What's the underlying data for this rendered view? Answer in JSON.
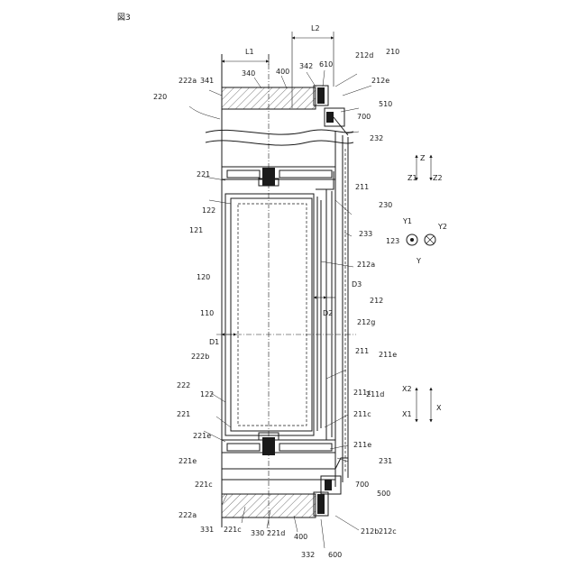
{
  "figure": {
    "title": "図3"
  },
  "labels": {
    "l1": "L1",
    "l2": "L2",
    "n220": "220",
    "n222a_top": "222a",
    "n341": "341",
    "n340": "340",
    "n400_top": "400",
    "n342": "342",
    "n610": "610",
    "n212d": "212d",
    "n210": "210",
    "n212e": "212e",
    "n510": "510",
    "n700_top": "700",
    "n232": "232",
    "n221_top": "221",
    "n211_top": "211",
    "n230": "230",
    "n122_top": "122",
    "n233": "233",
    "n121": "121",
    "n123": "123",
    "n212a": "212a",
    "n120": "120",
    "d3": "D3",
    "d2": "D2",
    "n212": "212",
    "n110": "110",
    "n212g": "212g",
    "d1": "D1",
    "n222b": "222b",
    "n211_mid": "211",
    "n211e_top": "211e",
    "n222": "222",
    "n122_bot": "122",
    "n211c_a": "211c",
    "n211d": "211d",
    "n221_bot": "221",
    "n221e_a": "221e",
    "n211c_b": "211c",
    "n211e_bot": "211e",
    "n221e_b": "221e",
    "n231": "231",
    "n221c": "221c",
    "n700_bot": "700",
    "n500": "500",
    "n222a_bot": "222a",
    "n331": "331",
    "n221c_b": "221c",
    "n330": "330",
    "n221d": "221d",
    "n400_bot": "400",
    "n212b": "212b",
    "n212c": "212c",
    "n600": "600",
    "n332": "332"
  },
  "axes": {
    "z": "Z",
    "z1": "Z1",
    "z2": "Z2",
    "y1": "Y1",
    "y2": "Y2",
    "y": "Y",
    "x": "X",
    "x1": "X1",
    "x2": "X2"
  }
}
